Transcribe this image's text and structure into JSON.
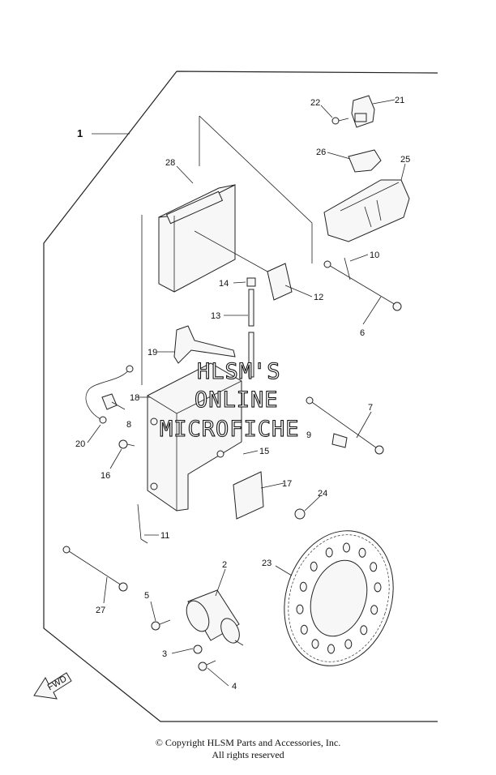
{
  "diagram": {
    "callouts": [
      {
        "id": "c1",
        "text": "1"
      },
      {
        "id": "c2",
        "text": "2"
      },
      {
        "id": "c3",
        "text": "3"
      },
      {
        "id": "c4",
        "text": "4"
      },
      {
        "id": "c5",
        "text": "5"
      },
      {
        "id": "c6",
        "text": "6"
      },
      {
        "id": "c7",
        "text": "7"
      },
      {
        "id": "c8",
        "text": "8"
      },
      {
        "id": "c9",
        "text": "9"
      },
      {
        "id": "c10",
        "text": "10"
      },
      {
        "id": "c11",
        "text": "11"
      },
      {
        "id": "c12",
        "text": "12"
      },
      {
        "id": "c13",
        "text": "13"
      },
      {
        "id": "c14",
        "text": "14"
      },
      {
        "id": "c15",
        "text": "15"
      },
      {
        "id": "c16",
        "text": "16"
      },
      {
        "id": "c17",
        "text": "17"
      },
      {
        "id": "c18",
        "text": "18"
      },
      {
        "id": "c19",
        "text": "19"
      },
      {
        "id": "c20",
        "text": "20"
      },
      {
        "id": "c21",
        "text": "21"
      },
      {
        "id": "c22",
        "text": "22"
      },
      {
        "id": "c23",
        "text": "23"
      },
      {
        "id": "c24",
        "text": "24"
      },
      {
        "id": "c25",
        "text": "25"
      },
      {
        "id": "c26",
        "text": "26"
      },
      {
        "id": "c27",
        "text": "27"
      },
      {
        "id": "c28",
        "text": "28"
      }
    ],
    "fwd_label": "FWD"
  },
  "watermark": {
    "line1": "HLSM'S",
    "line2": "ONLINE",
    "line3": "MICROFICHE"
  },
  "footer": {
    "copyright": "© Copyright HLSM Parts and Accessories, Inc.",
    "rights": "All rights reserved"
  }
}
